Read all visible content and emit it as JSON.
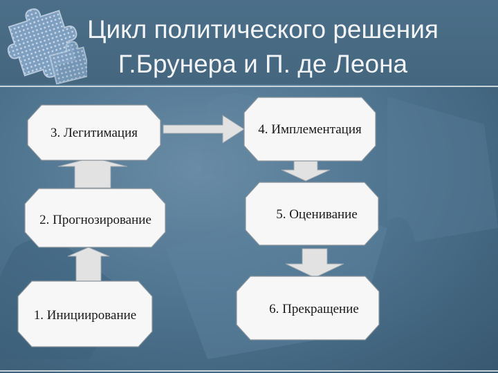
{
  "title": {
    "line1": "Цикл политического решения",
    "line2": "Г.Брунера и П. де Леона"
  },
  "stages": [
    {
      "id": "s1",
      "label": "1. Инициирование"
    },
    {
      "id": "s2",
      "label": "2. Прогнозирование"
    },
    {
      "id": "s3",
      "label": "3. Легитимация"
    },
    {
      "id": "s4",
      "label": "4. Имплементация"
    },
    {
      "id": "s5",
      "label": "5. Оценивание"
    },
    {
      "id": "s6",
      "label": "6. Прекращение"
    }
  ],
  "flow": [
    [
      "s1",
      "s2"
    ],
    [
      "s2",
      "s3"
    ],
    [
      "s3",
      "s4"
    ],
    [
      "s4",
      "s5"
    ],
    [
      "s5",
      "s6"
    ]
  ],
  "colors": {
    "background": "#4f7591",
    "box_fill": "#f7f7f7",
    "arrow_fill": "#e2e2e2",
    "title_text": "#f2f4f6"
  },
  "icons": [
    "puzzle-icon"
  ]
}
